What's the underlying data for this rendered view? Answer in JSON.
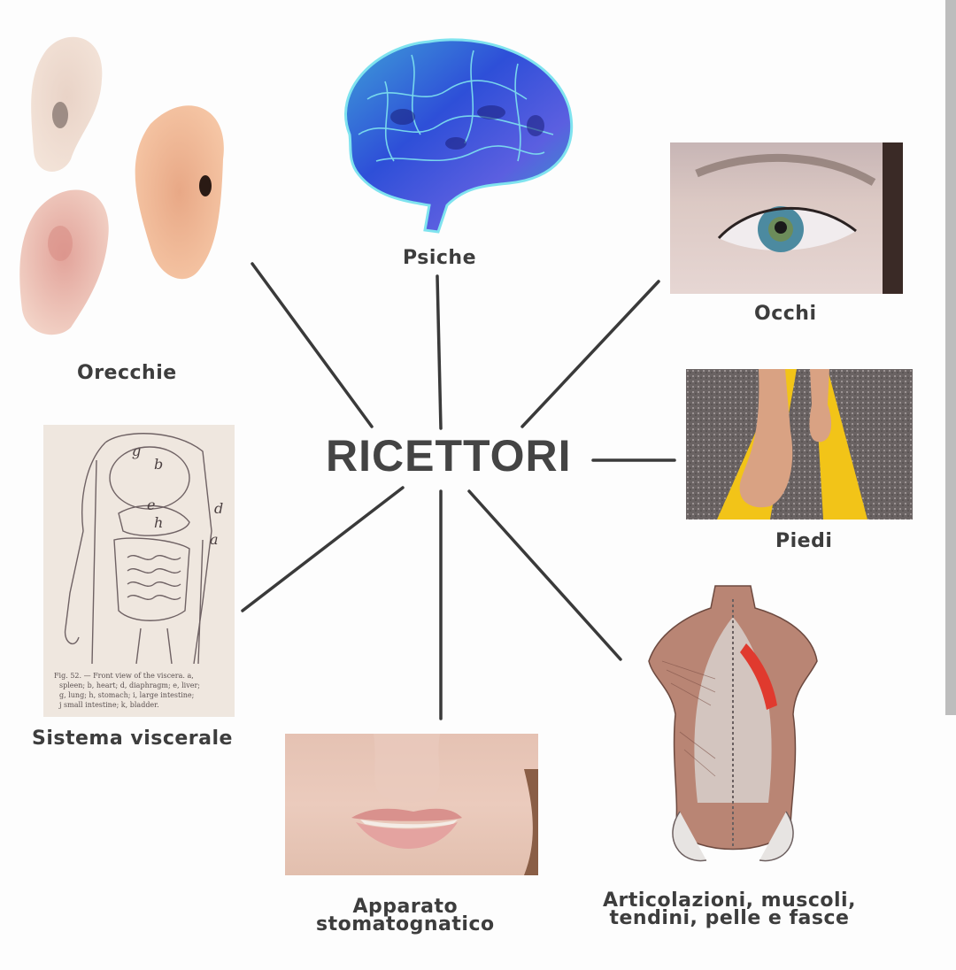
{
  "diagram": {
    "title": "RICETTORI",
    "nodes": [
      {
        "id": "orecchie",
        "label": "Orecchie",
        "image": "ears-image"
      },
      {
        "id": "psiche",
        "label": "Psiche",
        "image": "brain-image"
      },
      {
        "id": "occhi",
        "label": "Occhi",
        "image": "eye-image"
      },
      {
        "id": "piedi",
        "label": "Piedi",
        "image": "bare-feet-image"
      },
      {
        "id": "sistema_viscerale",
        "label": "Sistema viscerale",
        "image": "viscera-illustration"
      },
      {
        "id": "apparato_stomatognatico",
        "label_line1": "Apparato",
        "label_line2": "stomatognatico",
        "image": "mouth-image"
      },
      {
        "id": "articolazioni",
        "label_line1": "Articolazioni, muscoli,",
        "label_line2": "tendini, pelle e fasce",
        "image": "back-muscles-illustration"
      }
    ],
    "viscera_caption": {
      "line1": "Fig. 52. — Front view of the viscera. a,",
      "line2": "spleen; b, heart; d, diaphragm; e, liver;",
      "line3": "g, lung; h, stomach; i, large intestine;",
      "line4": "j small intestine; k, bladder."
    },
    "viscera_letters": [
      "b",
      "g",
      "d",
      "e",
      "h",
      "a"
    ],
    "colors": {
      "text": "#3d3d3d",
      "lines": "#3a3a3a",
      "background": "#fdfdfd",
      "right_bar": "#bdbdbd"
    }
  }
}
